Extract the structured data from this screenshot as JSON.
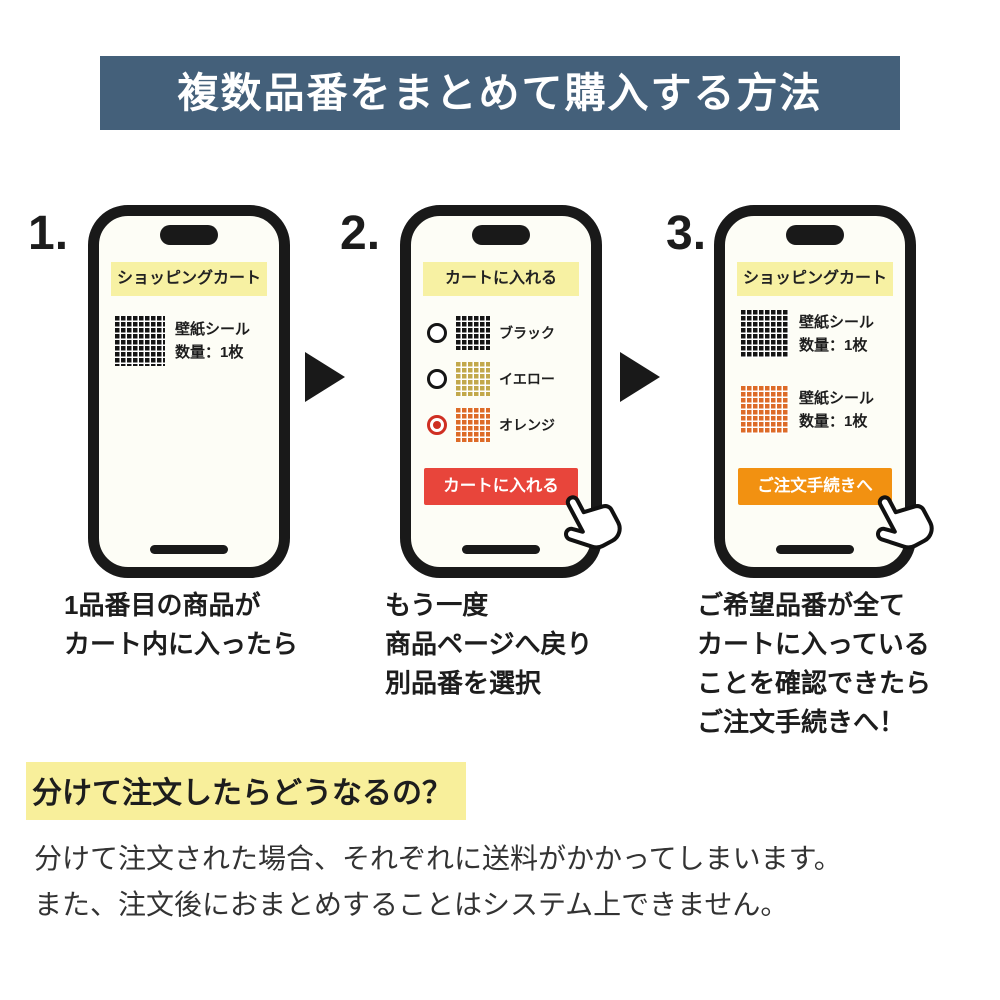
{
  "header": {
    "title": "複数品番をまとめて購入する方法",
    "bg_color": "#44607a"
  },
  "steps": [
    {
      "number": "1.",
      "screen": {
        "header": "ショッピングカート",
        "items": [
          {
            "swatch": "black-mosaic",
            "name": "壁紙シール",
            "qty": "数量：1枚"
          }
        ]
      },
      "caption_lines": [
        "1品番目の商品が",
        "カート内に入ったら"
      ]
    },
    {
      "number": "2.",
      "screen": {
        "header": "カートに入れる",
        "options": [
          {
            "swatch": "black-mosaic",
            "label": "ブラック",
            "selected": false
          },
          {
            "swatch": "yellow-mosaic",
            "label": "イエロー",
            "selected": false
          },
          {
            "swatch": "orange-mosaic",
            "label": "オレンジ",
            "selected": true
          }
        ],
        "button_label": "カートに入れる",
        "button_color": "#e8453b"
      },
      "caption_lines": [
        "もう一度",
        "商品ページへ戻り",
        "別品番を選択"
      ]
    },
    {
      "number": "3.",
      "screen": {
        "header": "ショッピングカート",
        "items": [
          {
            "swatch": "black-mosaic",
            "name": "壁紙シール",
            "qty": "数量：1枚"
          },
          {
            "swatch": "orange-mosaic",
            "name": "壁紙シール",
            "qty": "数量：1枚"
          }
        ],
        "button_label": "ご注文手続きへ",
        "button_color": "#f29111"
      },
      "caption_lines": [
        "ご希望品番が全て",
        "カートに入っている",
        "ことを確認できたら",
        "ご注文手続きへ！"
      ]
    }
  ],
  "note": {
    "heading": "分けて注文したらどうなるの？",
    "highlight_color": "#f8ef9b",
    "body_lines": [
      "分けて注文された場合、それぞれに送料がかかってしまいます。",
      "また、注文後におまとめすることはシステム上できません。"
    ]
  },
  "icons": {
    "arrow": "right-triangle-arrow",
    "hand": "hand-cursor",
    "selected_radio_color": "#cf2f23"
  },
  "colors": {
    "screen_header_yellow": "#f7f1a3",
    "phone_frame": "#191919",
    "swatch_black": "#141414",
    "swatch_yellow": "#c2a84b",
    "swatch_orange": "#dd6b28"
  }
}
